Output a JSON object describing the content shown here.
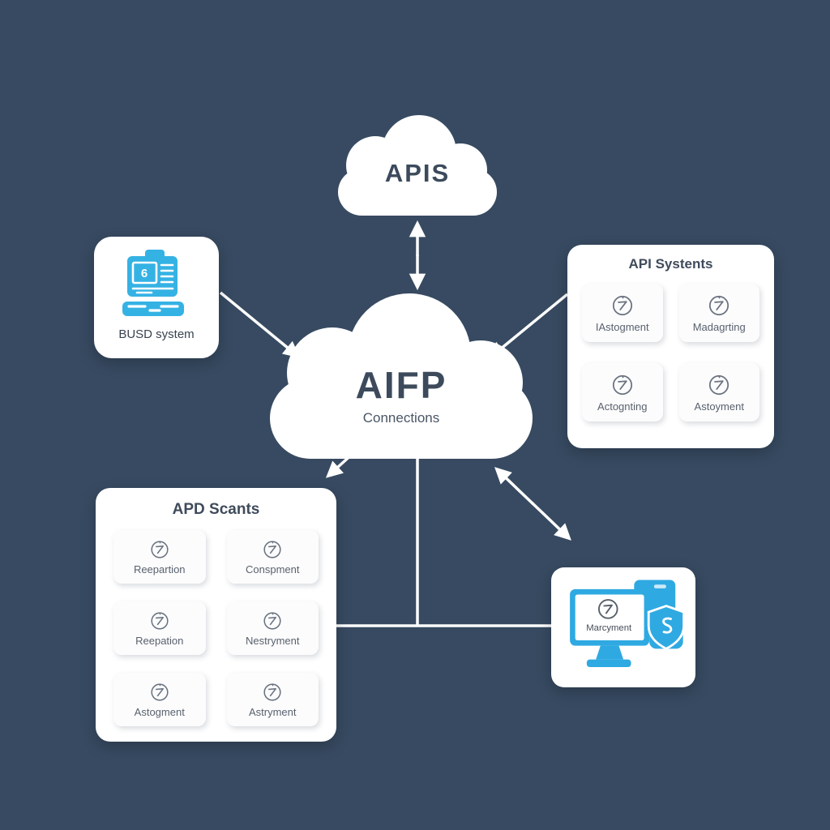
{
  "colors": {
    "background": "#374a61",
    "panel": "#ffffff",
    "accent_blue": "#35b2e4",
    "title_text": "#3f4b5b",
    "card_text": "#59616d",
    "connector": "#ffffff"
  },
  "top_cloud": {
    "label": "APIS"
  },
  "center_cloud": {
    "title": "AIFP",
    "subtitle": "Connections"
  },
  "busd_panel": {
    "label": "BUSD system",
    "screen_digit": "6",
    "icon": "computer-icon"
  },
  "api_panel": {
    "title": "API Systents",
    "cards": [
      {
        "icon": "clock-icon",
        "label": "IAstogment"
      },
      {
        "icon": "clock-icon",
        "label": "Madagrting"
      },
      {
        "icon": "clock-icon",
        "label": "Actognting"
      },
      {
        "icon": "clock-icon",
        "label": "Astoyment"
      }
    ]
  },
  "apd_panel": {
    "title": "APD Scants",
    "cards": [
      {
        "icon": "clock-icon",
        "label": "Reepartion"
      },
      {
        "icon": "clock-icon",
        "label": "Conspment"
      },
      {
        "icon": "clock-icon",
        "label": "Reepation"
      },
      {
        "icon": "clock-icon",
        "label": "Nestryment"
      },
      {
        "icon": "clock-icon",
        "label": "Astogment"
      },
      {
        "icon": "clock-icon",
        "label": "Astryment"
      }
    ]
  },
  "marcyment_panel": {
    "screen_label": "Marcyment",
    "icons": [
      "monitor-icon",
      "shield-icon"
    ]
  }
}
